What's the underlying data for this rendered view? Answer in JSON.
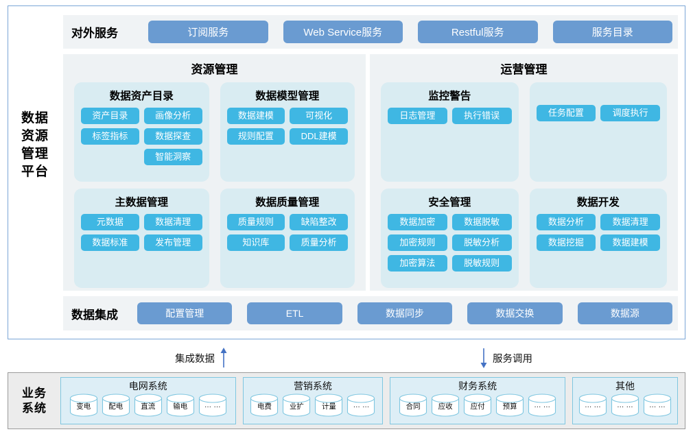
{
  "platform": {
    "label": "数据资源管理平台",
    "external_services": {
      "title": "对外服务",
      "buttons": [
        "订阅服务",
        "Web Service服务",
        "Restful服务",
        "服务目录"
      ]
    },
    "panels": [
      {
        "title": "资源管理",
        "boxes": [
          {
            "title": "数据资产目录",
            "chips": [
              "资产目录",
              "画像分析",
              "标签指标",
              "数据探查",
              "智能洞察"
            ],
            "last_chip_right_only": true
          },
          {
            "title": "数据模型管理",
            "chips": [
              "数据建模",
              "可视化",
              "规则配置",
              "DDL建模"
            ],
            "last_chip_right_only": false
          },
          {
            "title": "主数据管理",
            "chips": [
              "元数据",
              "数据清理",
              "数据标准",
              "发布管理"
            ],
            "last_chip_right_only": false
          },
          {
            "title": "数据质量管理",
            "chips": [
              "质量规则",
              "缺陷整改",
              "知识库",
              "质量分析"
            ],
            "last_chip_right_only": false
          }
        ]
      },
      {
        "title": "运营管理",
        "boxes": [
          {
            "title": "监控警告",
            "chips": [
              "日志管理",
              "执行错误"
            ],
            "last_chip_right_only": false
          },
          {
            "title": "",
            "chips": [
              "任务配置",
              "调度执行"
            ],
            "last_chip_right_only": false
          },
          {
            "title": "安全管理",
            "chips": [
              "数据加密",
              "数据脱敏",
              "加密规则",
              "脱敏分析",
              "加密算法",
              "脱敏规则"
            ],
            "last_chip_right_only": false
          },
          {
            "title": "数据开发",
            "chips": [
              "数据分析",
              "数据清理",
              "数据挖掘",
              "数据建模"
            ],
            "last_chip_right_only": false
          }
        ]
      }
    ],
    "integration": {
      "title": "数据集成",
      "buttons": [
        "配置管理",
        "ETL",
        "数据同步",
        "数据交换",
        "数据源"
      ]
    }
  },
  "flows": [
    {
      "text": "集成数据",
      "direction": "up",
      "arrow_icon": "arrow-up-icon",
      "text_first": true
    },
    {
      "text": "服务调用",
      "direction": "down",
      "arrow_icon": "arrow-down-icon",
      "text_first": false
    }
  ],
  "business": {
    "label": "业务系统",
    "groups": [
      {
        "title": "电网系统",
        "items": [
          "变电",
          "配电",
          "直流",
          "输电",
          "… …"
        ]
      },
      {
        "title": "营销系统",
        "items": [
          "电费",
          "业扩",
          "计量",
          "… …"
        ]
      },
      {
        "title": "财务系统",
        "items": [
          "合同",
          "应收",
          "应付",
          "预算",
          "… …"
        ]
      },
      {
        "title": "其他",
        "items": [
          "… …",
          "… …",
          "… …"
        ]
      }
    ]
  },
  "colors": {
    "frame_border": "#7aa6d6",
    "service_button": "#6a9bd1",
    "chip": "#3fb7e3",
    "subbox": "#d9ecf2",
    "panel": "#eef2f4",
    "strip": "#f0f3f5",
    "business_bg": "#ececec",
    "business_group_bg": "#ddeef6",
    "business_group_border": "#7ec6e0",
    "arrow": "#4472c4"
  }
}
